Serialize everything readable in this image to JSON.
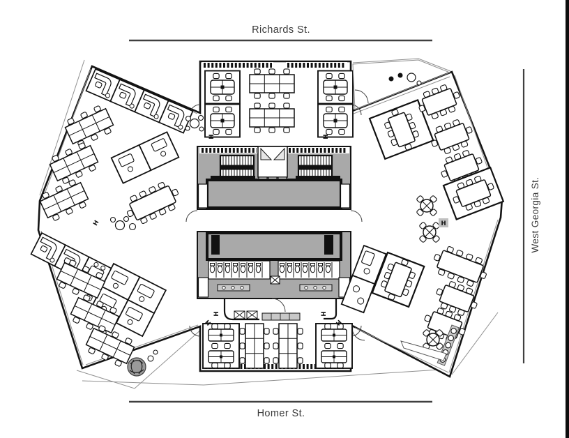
{
  "page": {
    "background": "#ffffff"
  },
  "streets": {
    "top": {
      "label": "Richards St."
    },
    "bottom": {
      "label": "Homer St."
    },
    "right": {
      "label": "West Georgia St."
    }
  },
  "markers": {
    "hose_cabinet": "H"
  },
  "colors": {
    "core_fill": "#a9a9a9",
    "room_fill": "#a9a9a9",
    "wall": "#141414",
    "street_line": "#3f3f3f",
    "accent": "#c8c8c8",
    "border_right": "#0d0d0d"
  }
}
